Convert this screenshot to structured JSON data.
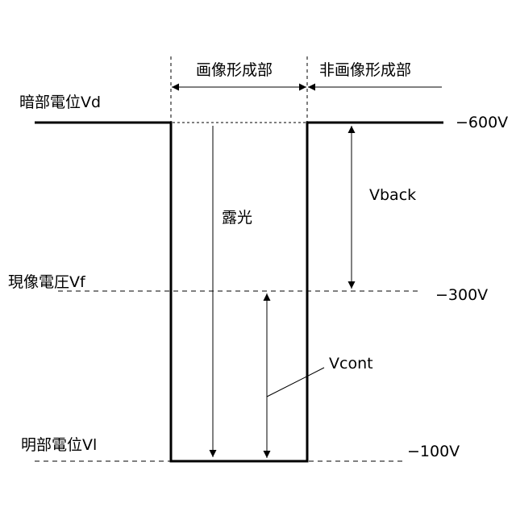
{
  "regions": {
    "image_forming": "画像形成部",
    "non_image_forming": "非画像形成部"
  },
  "potentials": {
    "dark": {
      "label": "暗部電位Vd",
      "value": "−600V"
    },
    "development": {
      "label": "現像電圧Vf",
      "value": "−300V"
    },
    "light": {
      "label": "明部電位Vl",
      "value": "−100V"
    }
  },
  "annotations": {
    "exposure": "露光",
    "vback": "Vback",
    "vcont": "Vcont"
  }
}
